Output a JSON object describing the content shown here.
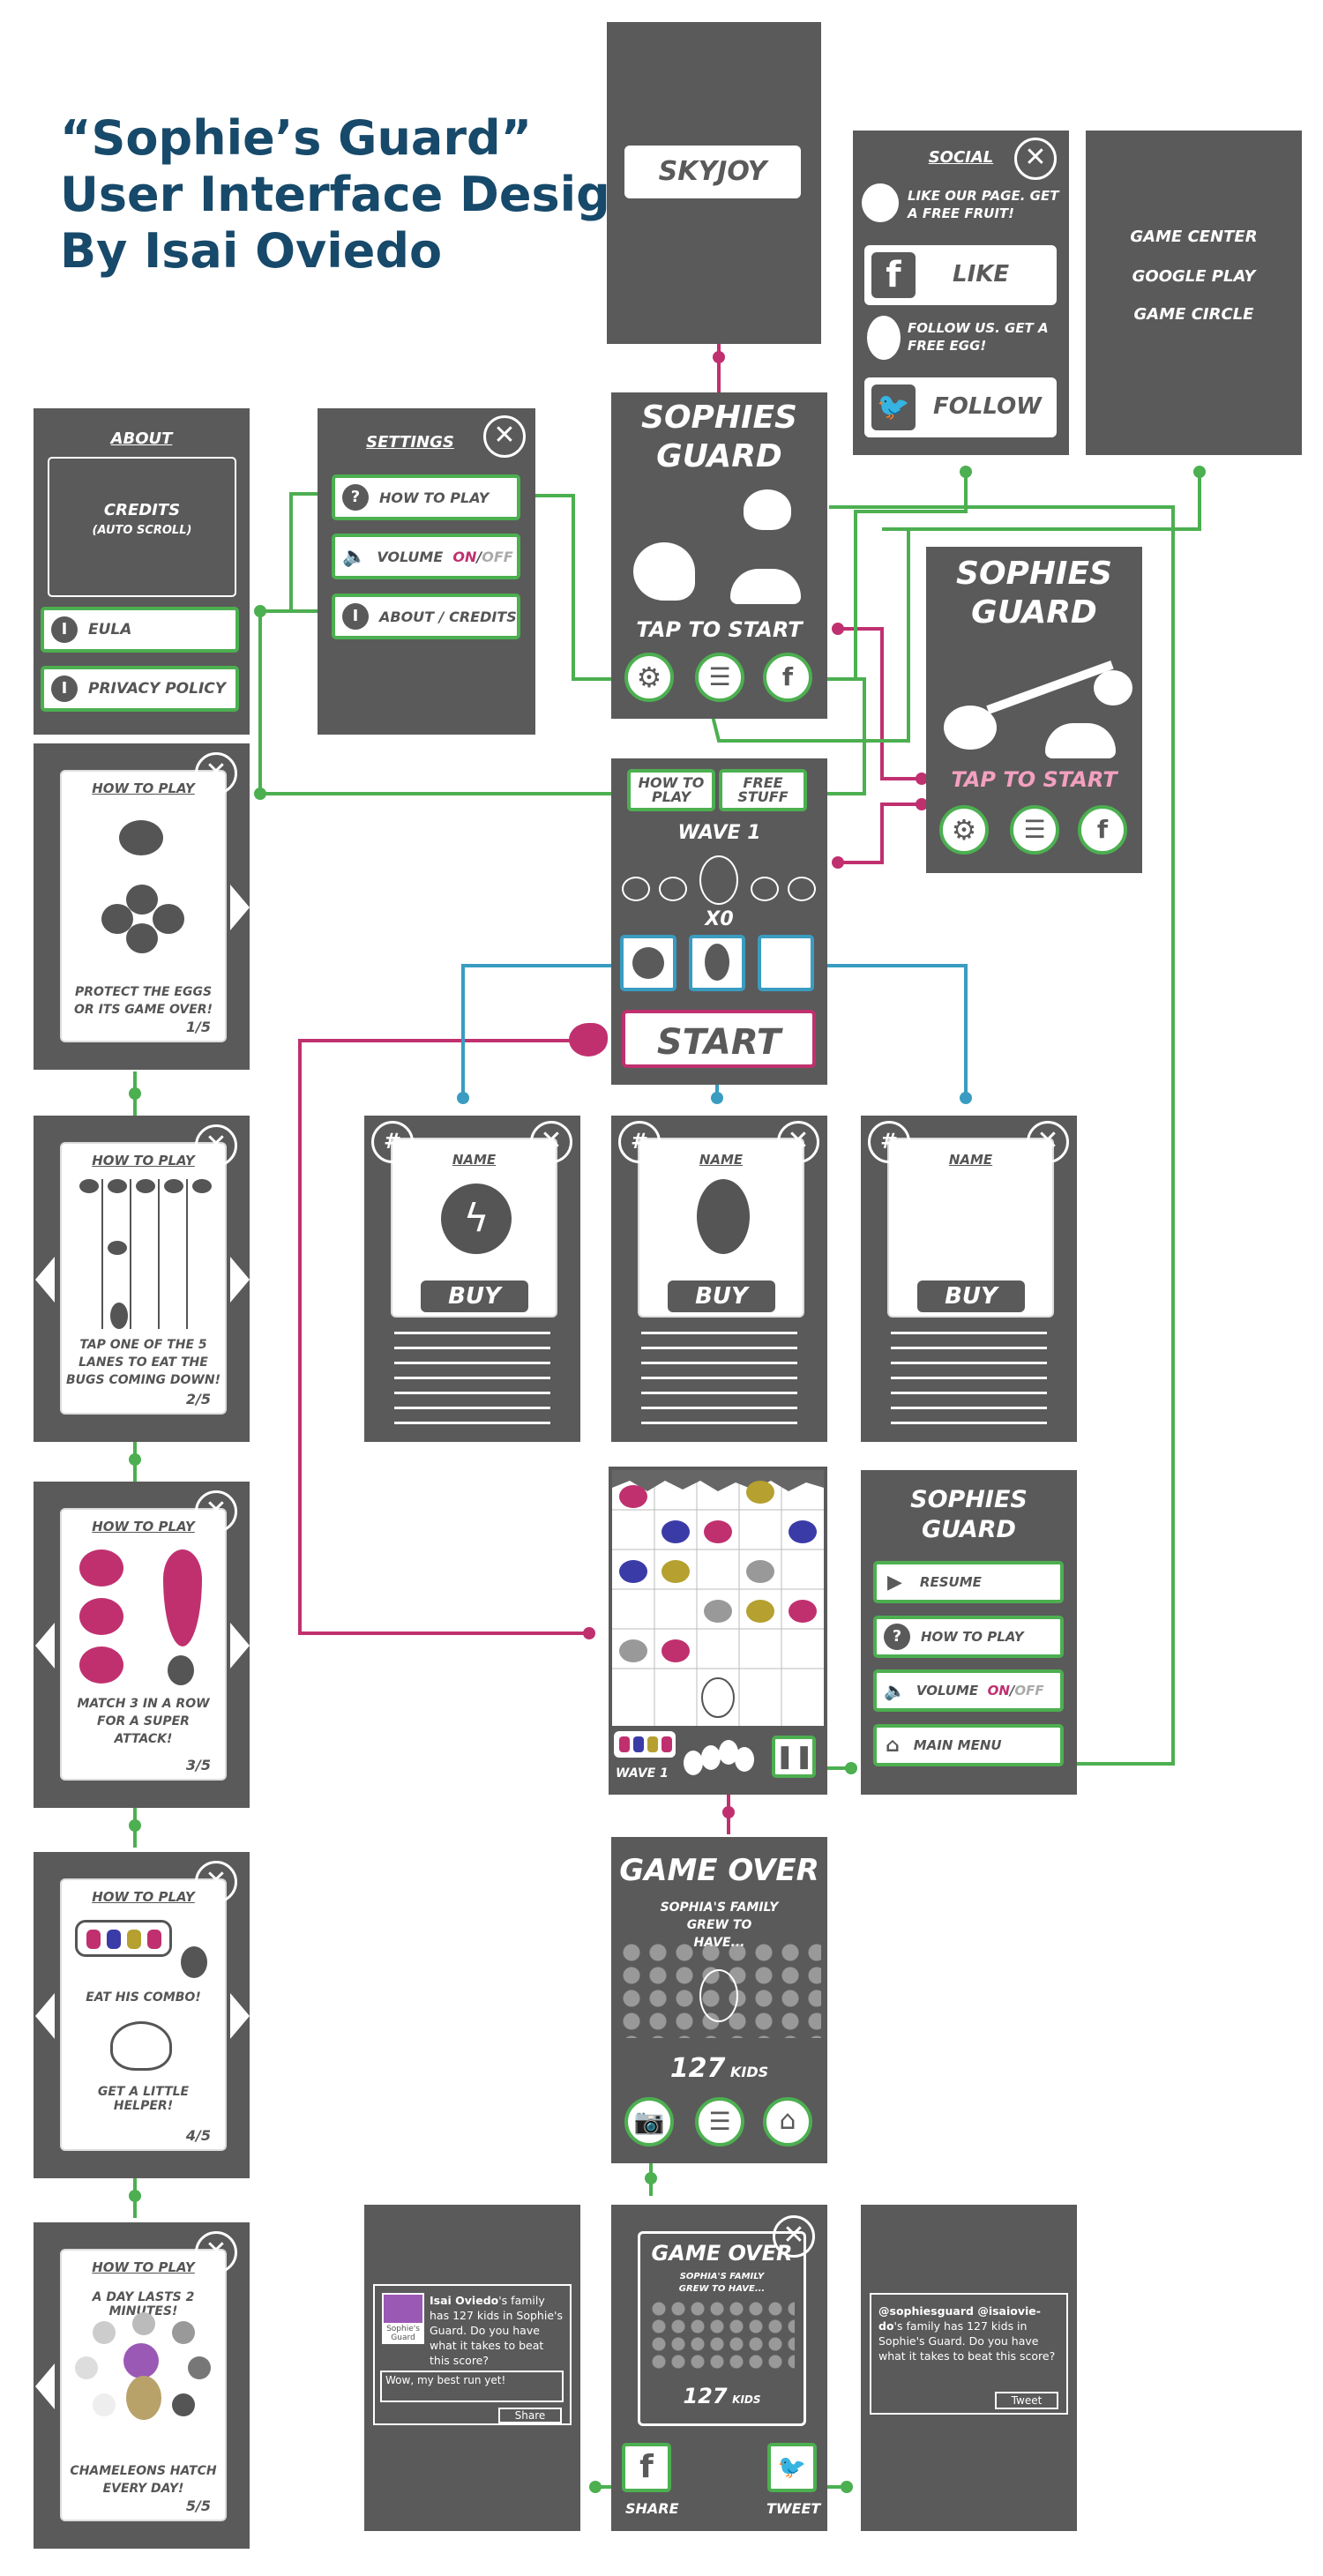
{
  "header": {
    "line1": "“Sophie’s Guard”",
    "line2": "User Interface Design",
    "line3": "By Isai Oviedo"
  },
  "skyjoy": {
    "logo": "SKYJOY"
  },
  "social": {
    "title": "SOCIAL",
    "like_promo": "LIKE OUR PAGE. GET A FREE FRUIT!",
    "like_btn": "LIKE",
    "follow_promo": "FOLLOW US. GET A FREE EGG!",
    "follow_btn": "FOLLOW"
  },
  "platforms": {
    "items": [
      "GAME CENTER",
      "GOOGLE PLAY",
      "GAME CIRCLE"
    ]
  },
  "about": {
    "title": "ABOUT",
    "credits": "CREDITS",
    "credits_sub": "(AUTO SCROLL)",
    "eula": "EULA",
    "privacy": "PRIVACY POLICY"
  },
  "settings": {
    "title": "SETTINGS",
    "how_to_play": "HOW TO PLAY",
    "volume": "VOLUME",
    "on": "ON",
    "slash": "/",
    "off": "OFF",
    "about_credits": "ABOUT / CREDITS"
  },
  "title_screen": {
    "title1": "SOPHIES",
    "title2": "GUARD",
    "tap": "TAP TO START"
  },
  "title_screen2": {
    "title1": "SOPHIES",
    "title2": "GUARD",
    "tap": "TAP TO START"
  },
  "prep": {
    "how_to_play": "HOW TO PLAY",
    "free_stuff": "FREE STUFF",
    "wave": "WAVE 1",
    "count": "x0",
    "start": "START"
  },
  "howto": [
    {
      "title": "HOW TO PLAY",
      "text": "PROTECT THE EGGS OR ITS GAME OVER!",
      "page": "1/5"
    },
    {
      "title": "HOW TO PLAY",
      "text": "TAP ONE OF THE 5 LANES TO EAT THE BUGS COMING DOWN!",
      "page": "2/5"
    },
    {
      "title": "HOW TO PLAY",
      "text": "MATCH 3 IN A ROW FOR A SUPER ATTACK!",
      "page": "3/5"
    },
    {
      "title": "HOW TO PLAY",
      "text1": "EAT HIS COMBO!",
      "text2": "GET A LITTLE HELPER!",
      "page": "4/5"
    },
    {
      "title": "HOW TO PLAY",
      "text1": "A DAY LASTS 2 MINUTES!",
      "text2": "CHAMELEONS HATCH EVERY DAY!",
      "page": "5/5"
    }
  ],
  "shop": [
    {
      "hash": "#",
      "name": "NAME",
      "buy": "BUY"
    },
    {
      "hash": "#",
      "name": "NAME",
      "buy": "BUY"
    },
    {
      "hash": "#",
      "name": "NAME",
      "buy": "BUY"
    }
  ],
  "game": {
    "wave": "WAVE 1"
  },
  "pause": {
    "title1": "SOPHIES",
    "title2": "GUARD",
    "resume": "RESUME",
    "how_to_play": "HOW TO PLAY",
    "volume": "VOLUME",
    "on": "ON",
    "slash": "/",
    "off": "OFF",
    "main_menu": "MAIN MENU"
  },
  "gameover": {
    "title": "GAME OVER",
    "sub": "SOPHIA'S FAMILY GREW TO HAVE...",
    "count": "127",
    "unit": "KIDS"
  },
  "share": {
    "title": "GAME OVER",
    "sub": "SOPHIA'S FAMILY GREW TO HAVE...",
    "count": "127",
    "unit": "KIDS",
    "share_label": "SHARE",
    "tweet_label": "TWEET"
  },
  "fb_post": {
    "name": "Isai Oviedo",
    "text": "'s family has 127 kids in Sophie's Guard. Do you have what it takes to beat this score?",
    "thumb1": "Sophie's",
    "thumb2": "Guard",
    "input": "Wow, my best run yet!",
    "button": "Share"
  },
  "tweet_post": {
    "handles": "@sophiesguard @isaiovie-do",
    "text": "'s family has 127 kids in Sophie's Guard. Do you have what it takes to beat this score?",
    "button": "Tweet"
  },
  "colors": {
    "panel": "#5a5a5a",
    "green": "#4caf50",
    "magenta": "#c0306f",
    "blue": "#3a9cc0",
    "title": "#17496a",
    "pink": "#f4a0c0"
  }
}
